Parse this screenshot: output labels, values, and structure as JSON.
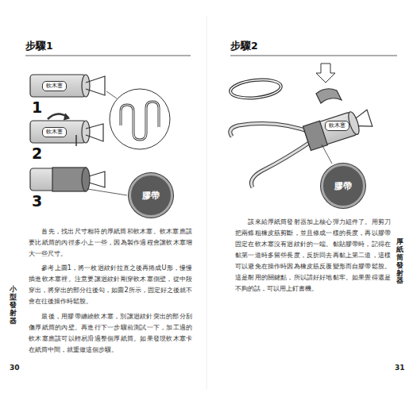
{
  "diagram": {
    "nodes": [
      {
        "text": [
          "軟木塞"
        ]
      },
      {
        "text": [
          "軟木塞"
        ]
      },
      {
        "text": [
          "膠帶"
        ]
      },
      {
        "text": [
          "軟木塞"
        ]
      },
      {
        "text": [
          "膠帶"
        ]
      }
    ],
    "labels": [
      "步驟1",
      "1",
      "2",
      "3",
      "首先，找出尺寸相符的厚紙筒和軟木塞。軟木塞應該要比紙筒的內徑多小上一些，因為製作過程會讓軟木塞增大一些尺寸。",
      "參考上圖1，將一枚迴紋針拉直之後再捲成U形，慢慢插進軟木塞裡。注意要讓迴紋針剛穿軟木塞側壁，從中段穿出，將穿出的部分往後勾，如圖2所示，固定好之後就不會在往後操作時鬆脫。",
      "最後，用膠帶纏繞軟木塞，別讓迴紋針突出的部分刮傷厚紙筒的內壁。再進行下一步驟前測試一下，加工過的軟木塞應該可以輕易滑過整個厚紙筒。如果發現軟木塞卡在紙筒中間，就重做這個步驟。",
      "小型發射器",
      "30",
      "步驟2",
      "該來給厚紙筒發射器加上核心彈力組件了。用剪刀把兩條粗橡皮筋剪斷，並且修成一樣的長度，再以膠帶固定在軟木塞沒有迴紋針的一端。黏貼膠帶時，記得在黏第一道時多留些長度，反折回去再黏上第二道，這樣可以避免在操作時因為橡皮筋反覆變形而自膠帶鬆脫。這是耐用的關鍵點，所以請好好地黏牢。如果覺得還是不夠的話，可以用上釘書機。",
      "厚紙筒發射器",
      "31"
    ]
  }
}
